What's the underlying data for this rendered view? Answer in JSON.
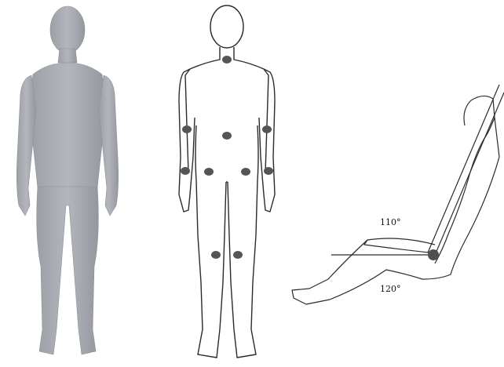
{
  "figure": {
    "panels": [
      {
        "name": "mannequin-photo"
      },
      {
        "name": "front-outline-with-joint-markers"
      },
      {
        "name": "seated-side-outline"
      }
    ],
    "angles": {
      "upper": "110°",
      "lower": "120°"
    },
    "colors": {
      "mannequin_fill": "#a9acb2",
      "mannequin_shadow": "#8e9198",
      "outline_stroke": "#2b2b2b",
      "joint_marker": "#555555",
      "hip_marker": "#505050"
    }
  }
}
